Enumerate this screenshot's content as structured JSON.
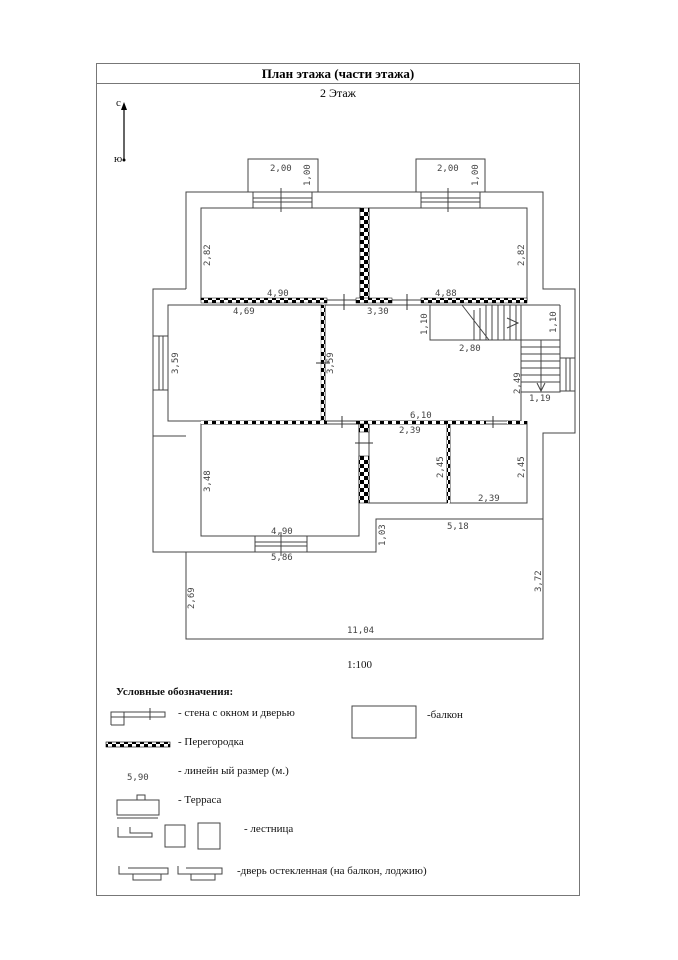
{
  "title": "План этажа (части этажа)",
  "floor": "2 Этаж",
  "compass": {
    "north": "с",
    "south": "ю"
  },
  "dimensions": {
    "balcony_left_w": "2,00",
    "balcony_left_h": "1,00",
    "balcony_right_w": "2,00",
    "balcony_right_h": "1,00",
    "room_tl_h": "2,82",
    "room_tl_w": "4,90",
    "room_tr_h": "2,82",
    "room_tr_w": "4,88",
    "room_ml_w": "4,69",
    "room_ml_h": "3,59",
    "hall_w": "3,30",
    "hall_h": "3,59",
    "stair_h": "1,10",
    "stair_w": "2,80",
    "stair2_h": "1,10",
    "stair3_h": "2,49",
    "stair3_w": "1,19",
    "hall_bottom_w": "6,10",
    "room_bm_w": "2,39",
    "room_bm_h": "2,45",
    "room_br_h": "2,45",
    "room_br_w": "2,39",
    "room_bl_h": "3,48",
    "room_bl_w": "4,90",
    "terrace_step_h": "1,03",
    "terrace_top_w": "5,18",
    "terrace_left_w": "5,86",
    "terrace_left_h": "2,69",
    "terrace_right_h": "3,72",
    "terrace_bottom_w": "11,04"
  },
  "scale": "1:100",
  "legend": {
    "title": "Условные обозначения:",
    "items": [
      {
        "label": "- стена с окном и дверью"
      },
      {
        "label": "- Перегородка"
      },
      {
        "label": "- линейн ый размер (м.)",
        "sample": "5,90"
      },
      {
        "label": "- Терраса"
      },
      {
        "label": "- лестница"
      },
      {
        "label": "-дверь остекленная (на балкон, лоджию)"
      }
    ],
    "balcony": "-балкон"
  }
}
